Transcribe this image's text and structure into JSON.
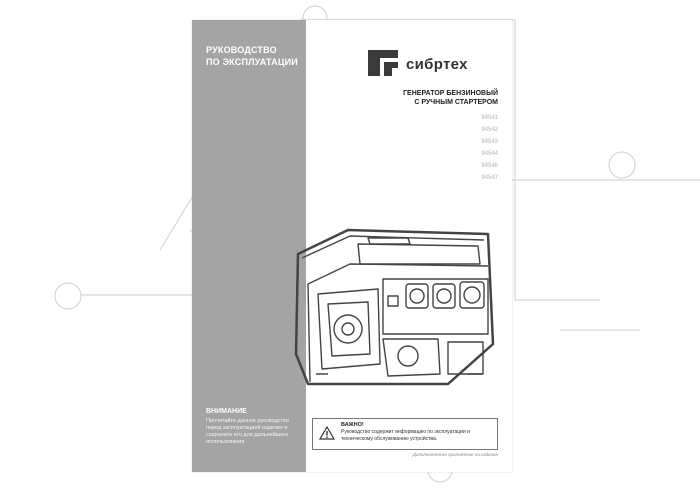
{
  "manual": {
    "title_lines": [
      "РУКОВОДСТВО",
      "ПО ЭКСПЛУАТАЦИИ"
    ]
  },
  "brand": {
    "name": "сибртех",
    "logo_icon": "sibrteh-logo-icon"
  },
  "product": {
    "title_lines": [
      "ГЕНЕРАТОР БЕНЗИНОВЫЙ",
      "С РУЧНЫМ СТАРТЕРОМ"
    ],
    "models": [
      "94541",
      "94542",
      "94543",
      "94544",
      "94546",
      "94547"
    ]
  },
  "attention": {
    "title": "ВНИМАНИЕ",
    "text": "Прочитайте данное руководство перед эксплуатацией изделия и сохраните его для дальнейшего использования."
  },
  "warning": {
    "icon": "warning-triangle-icon",
    "title": "ВАЖНО!",
    "text": "Руководство содержит информацию по эксплуатации и техническому обслуживанию устройства."
  },
  "footnote": "Дополнительно приложение на изделие",
  "illustration": "generator-icon",
  "colors": {
    "band": "#a4a4a4",
    "text_dark": "#222222",
    "model_gray": "#c8c8c8"
  }
}
